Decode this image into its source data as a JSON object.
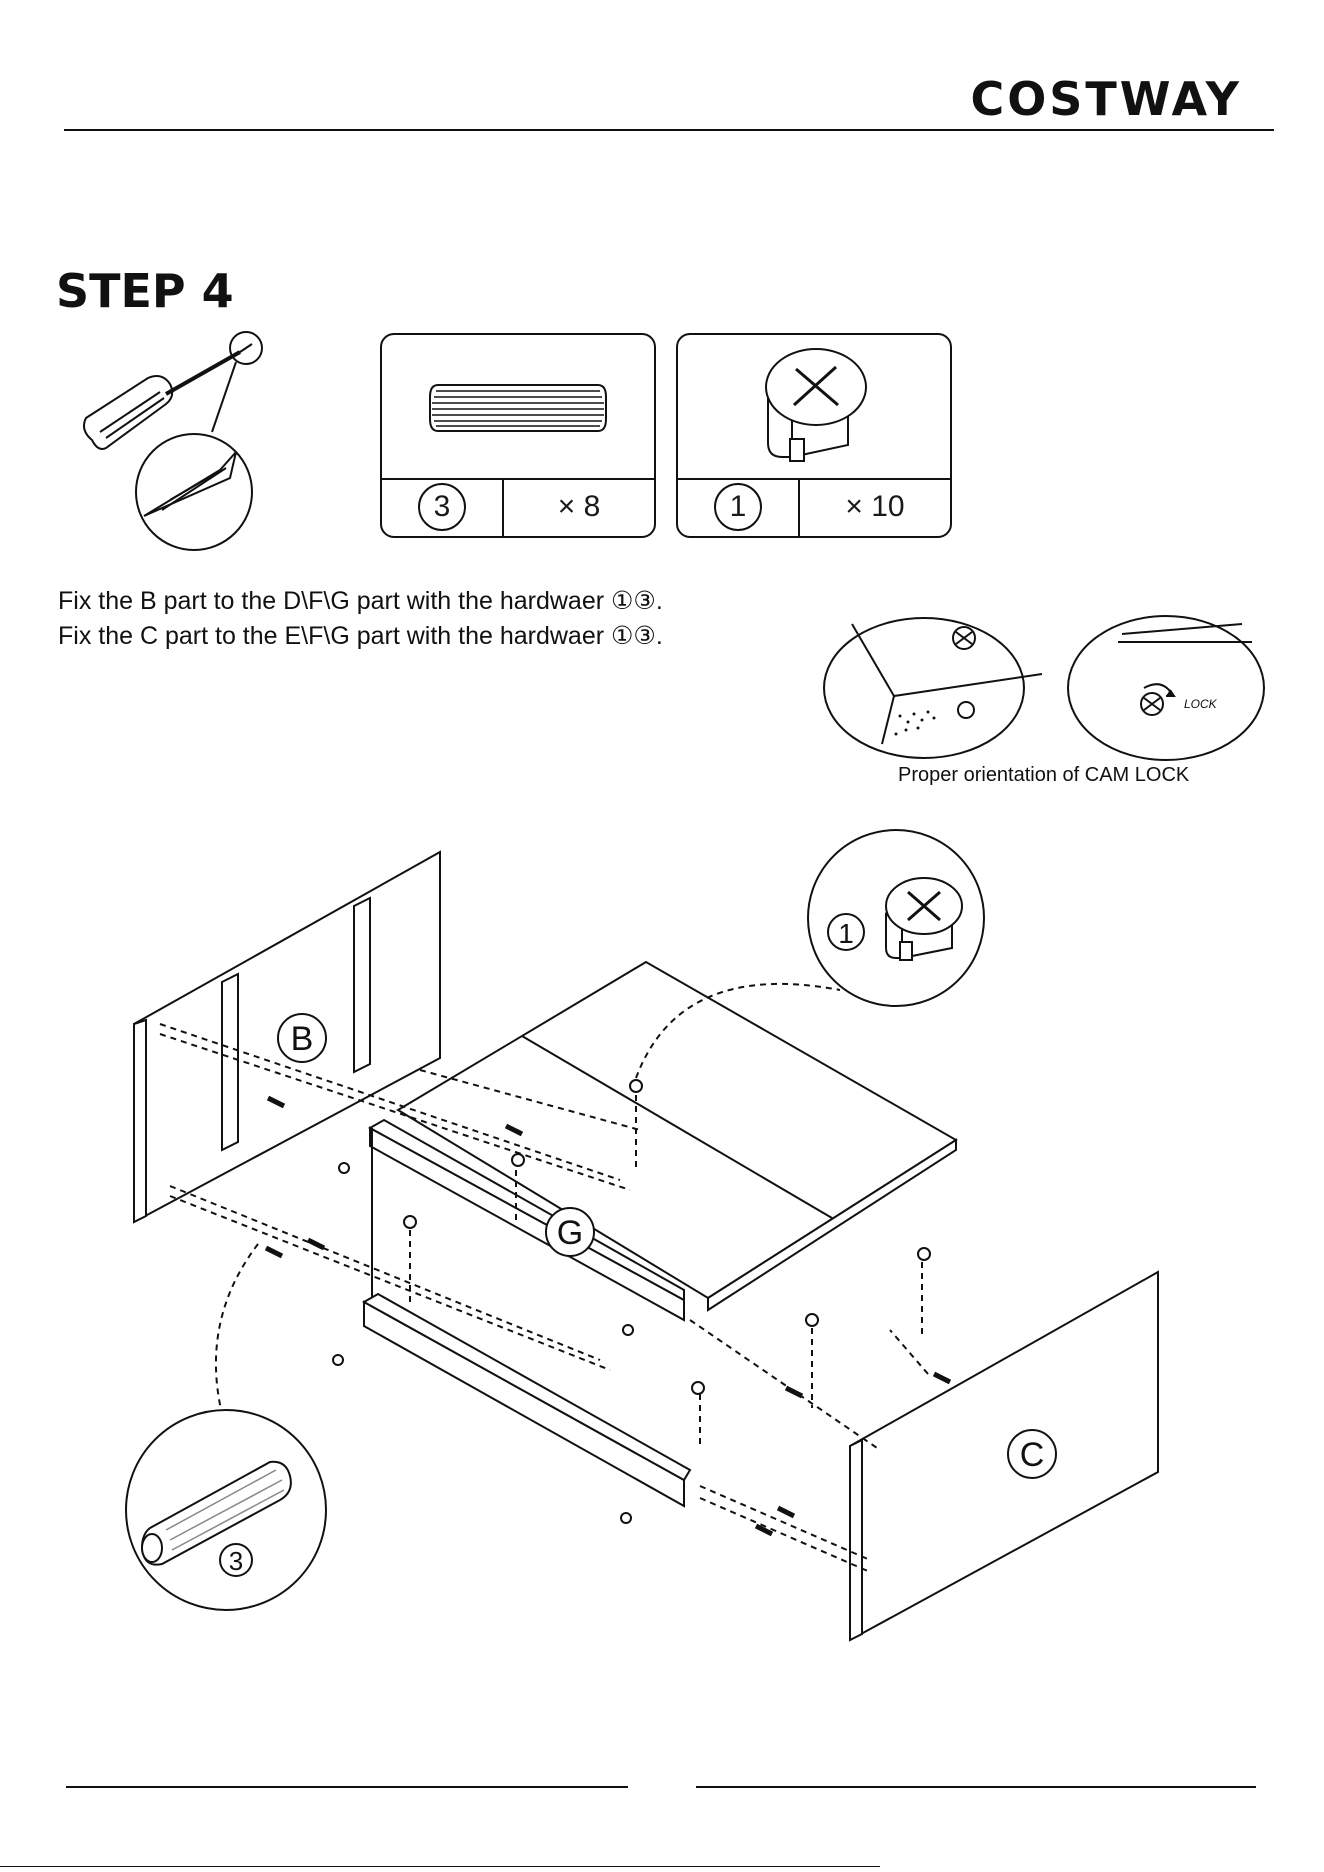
{
  "header": {
    "brand": "COSTWAY"
  },
  "step": {
    "title": "STEP 4"
  },
  "hardware": [
    {
      "number": "3",
      "quantity": "× 8",
      "icon": "wooden-dowel-icon"
    },
    {
      "number": "1",
      "quantity": "× 10",
      "icon": "cam-lock-icon"
    }
  ],
  "instructions": {
    "line1": "Fix  the B part to the D\\F\\G part with the  hardwaer ①③.",
    "line2": "Fix  the C part to the E\\F\\G part with the  hardwaer ①③."
  },
  "cam_lock": {
    "caption": "Proper orientation of CAM LOCK",
    "lock_label": "LOCK"
  },
  "diagram": {
    "part_b": "B",
    "part_c": "C",
    "part_g": "G",
    "callout_cam_number": "1",
    "callout_dowel_number": "3"
  }
}
